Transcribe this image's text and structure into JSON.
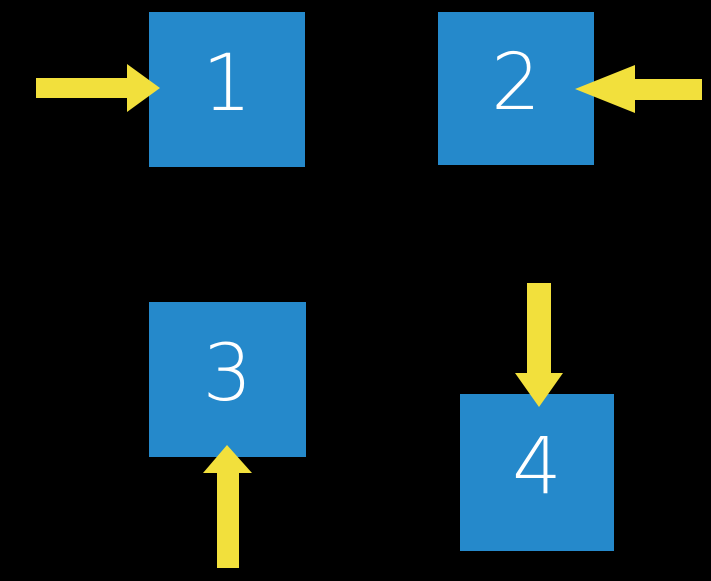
{
  "colors": {
    "background": "#000000",
    "square": "#2589CB",
    "arrow": "#F2E03C",
    "number": "#FFFFFF"
  },
  "boxes": [
    {
      "label": "1",
      "arrow_direction": "right"
    },
    {
      "label": "2",
      "arrow_direction": "left"
    },
    {
      "label": "3",
      "arrow_direction": "up"
    },
    {
      "label": "4",
      "arrow_direction": "down"
    }
  ]
}
